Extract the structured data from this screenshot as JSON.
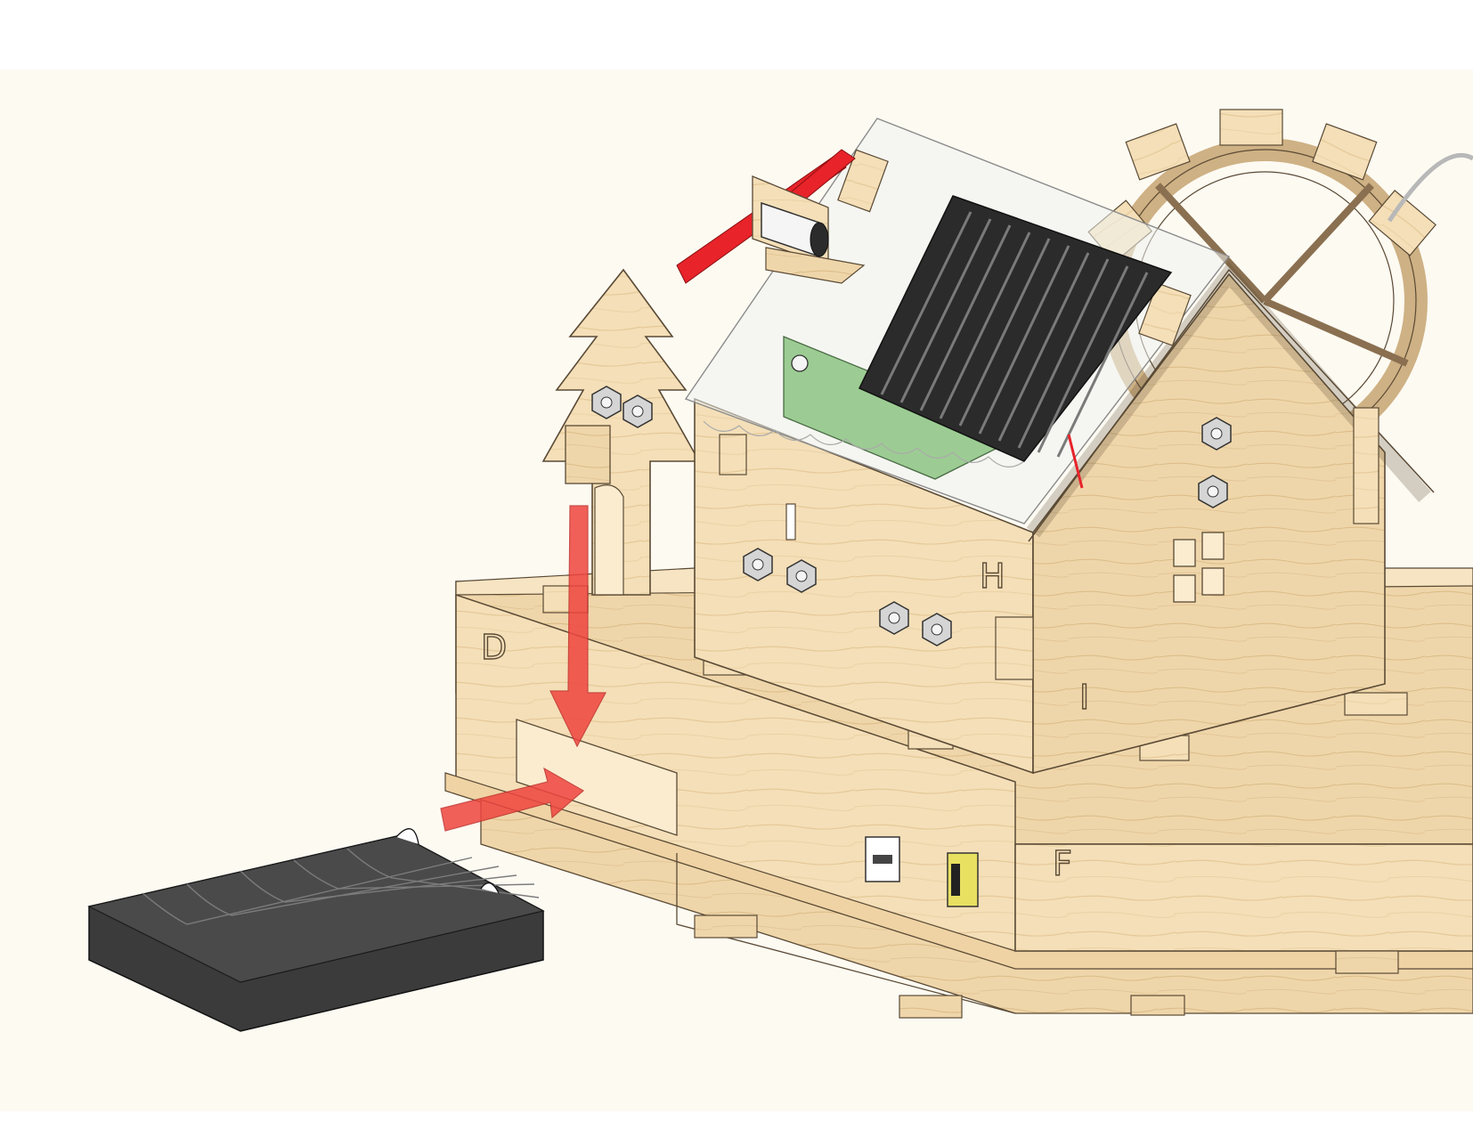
{
  "diagram": {
    "background_color": "#fdfaf2",
    "wood_color": "#f4dfb8",
    "arrow_color": "#f0453f",
    "battery_holder_color": "#3b3b3b",
    "solar_panel_color": "#2b2b2b",
    "propeller_color": "#e8232a",
    "pcb_color": "#9ccc93",
    "part_labels": {
      "d": "D",
      "h": "H",
      "i": "I",
      "f": "F"
    },
    "components": [
      "wooden-house-base",
      "house-body",
      "transparent-roof",
      "solar-panel",
      "motor-with-propeller",
      "tree-panel",
      "water-wheel",
      "battery-holder",
      "insert-arrow-down",
      "insert-arrow-right"
    ]
  }
}
